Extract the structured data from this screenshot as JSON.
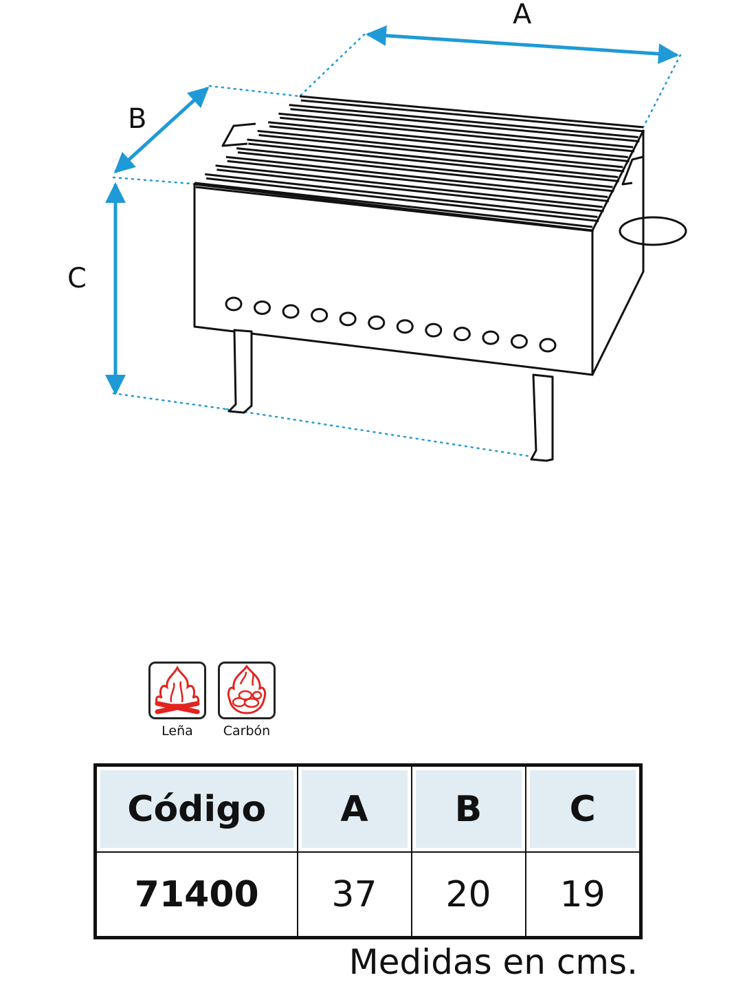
{
  "dimensions": {
    "a_label": "A",
    "b_label": "B",
    "c_label": "C"
  },
  "fuels": [
    {
      "label": "Leña",
      "icon": "firewood-flame-icon"
    },
    {
      "label": "Carbón",
      "icon": "charcoal-flame-icon"
    }
  ],
  "table": {
    "headers": [
      "Código",
      "A",
      "B",
      "C"
    ],
    "rows": [
      [
        "71400",
        "37",
        "20",
        "19"
      ]
    ]
  },
  "units_note": "Medidas en cms.",
  "colors": {
    "arrow": "#1e9ad6",
    "flame": "#e3231e",
    "header_bg": "#e1edf3",
    "outline": "#111111"
  }
}
